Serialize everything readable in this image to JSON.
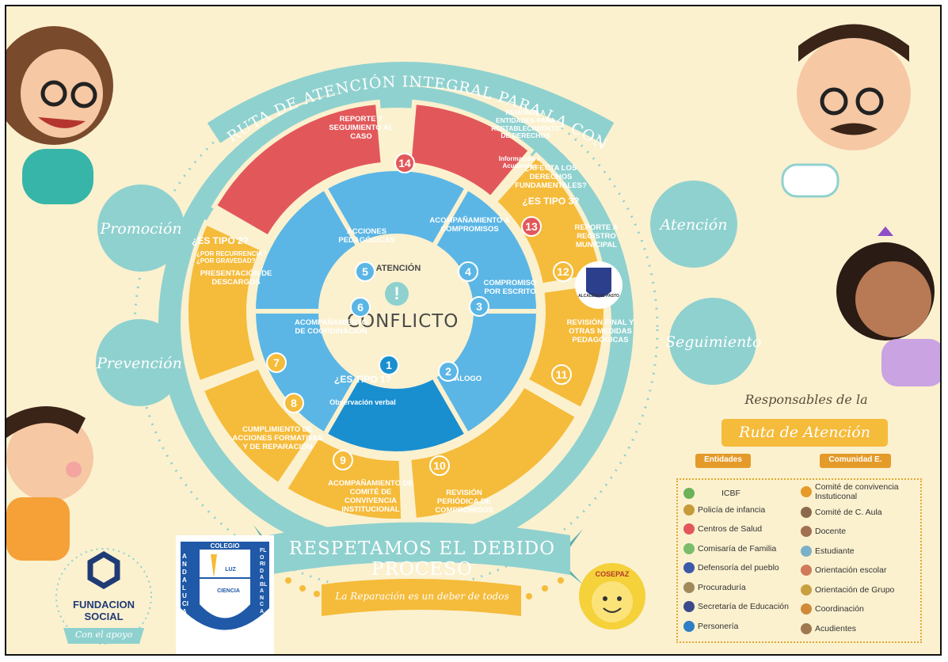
{
  "title": "RUTA DE ATENCIÓN INTEGRAL PARA LA CONVIVENCIA ESCOLAR",
  "center": {
    "top": "ATENCIÓN",
    "main": "CONFLICTO",
    "symbol": "!"
  },
  "stages": {
    "promocion": "Promoción",
    "prevencion": "Prevención",
    "atencion": "Atención",
    "seguimiento": "Seguimiento"
  },
  "segments": [
    {
      "n": "1",
      "label": "¿ES TIPO 1?",
      "sub": "Observación verbal"
    },
    {
      "n": "2",
      "label": "DIÁLOGO"
    },
    {
      "n": "3",
      "label": "COMPROMISO POR ESCRITO"
    },
    {
      "n": "4",
      "label": "ACOMPAÑAMIENTO A COMPROMISOS"
    },
    {
      "n": "5",
      "label": "ACCIONES PEDAGÓGICAS"
    },
    {
      "n": "6",
      "label": "ACOMPAÑAMIENTO DE COORDINACIÓN"
    },
    {
      "n": "7",
      "label": "PRESENTACIÓN DE DESCARGOS"
    },
    {
      "n": "8",
      "label": "CUMPLIMIENTO DE ACCIONES FORMATIVAS Y DE REPARACIÓN"
    },
    {
      "n": "9",
      "label": "ACOMPAÑAMIENTO DE COMITÉ DE CONVIVENCIA INSTITUCIONAL"
    },
    {
      "n": "10",
      "label": "REVISIÓN PERIÓDICA DE COMPROMISOS"
    },
    {
      "n": "11",
      "label": "REVISIÓN FINAL Y OTRAS MEDIDAS PEDAGÓGICAS"
    },
    {
      "n": "12",
      "label": "REPORTE A REGISTRO MUNICIPAL"
    },
    {
      "n": "13",
      "label": "¿AFECTA LOS DERECHOS FUNDAMENTALES?",
      "sub": "¿ES TIPO 3?"
    },
    {
      "n": "14",
      "label": "REPORTE Y SEGUIMIENTO AL CASO"
    }
  ],
  "tipo2": {
    "title": "¿ES TIPO 2?",
    "sub": "¿POR RECURRENCIA? ¿POR GRAVEDAD?"
  },
  "remision": {
    "label": "REMISIÓN A ENTIDADES PARA RESTABLECIMIENTO DE DERECHOS",
    "sub": "Información a Acudientes"
  },
  "registro_logo": "ALCALDÍA DE PASTO",
  "banner": {
    "main": "RESPETAMOS EL DEBIDO PROCESO",
    "sub": "La Reparación es un deber de todos"
  },
  "responsables": {
    "title1": "Responsables de la",
    "title2": "Ruta de Atención",
    "col1": "Entidades",
    "col2": "Comunidad E.",
    "entidades": [
      "ICBF",
      "Policía de infancia",
      "Centros de Salud",
      "Comisaría de Familia",
      "Defensoría del pueblo",
      "Procuraduría",
      "Secretaría de Educación",
      "Personería"
    ],
    "comunidad": [
      "Comité de convivencia Instuticonal",
      "Comité de C. Aula",
      "Docente",
      "Estudiante",
      "Orientación escolar",
      "Orientación de Grupo",
      "Coordinación",
      "Acudientes"
    ]
  },
  "fundacion": {
    "line1": "FUNDACION",
    "line2": "SOCIAL",
    "sub": "Con el apoyo"
  },
  "colegio": {
    "top": "COLEGIO",
    "left": "ANDALUCIA",
    "right": "FLORIDABLANCA",
    "luz": "LUZ",
    "ciencia": "CIENCIA"
  },
  "cosepaz": "COSEPAZ",
  "colors": {
    "bg": "#fbf1cf",
    "teal": "#8fd1cf",
    "red": "#e2585a",
    "orange": "#f5bb3a",
    "blue": "#5bb6e5",
    "deepblue": "#1a8fd0"
  }
}
